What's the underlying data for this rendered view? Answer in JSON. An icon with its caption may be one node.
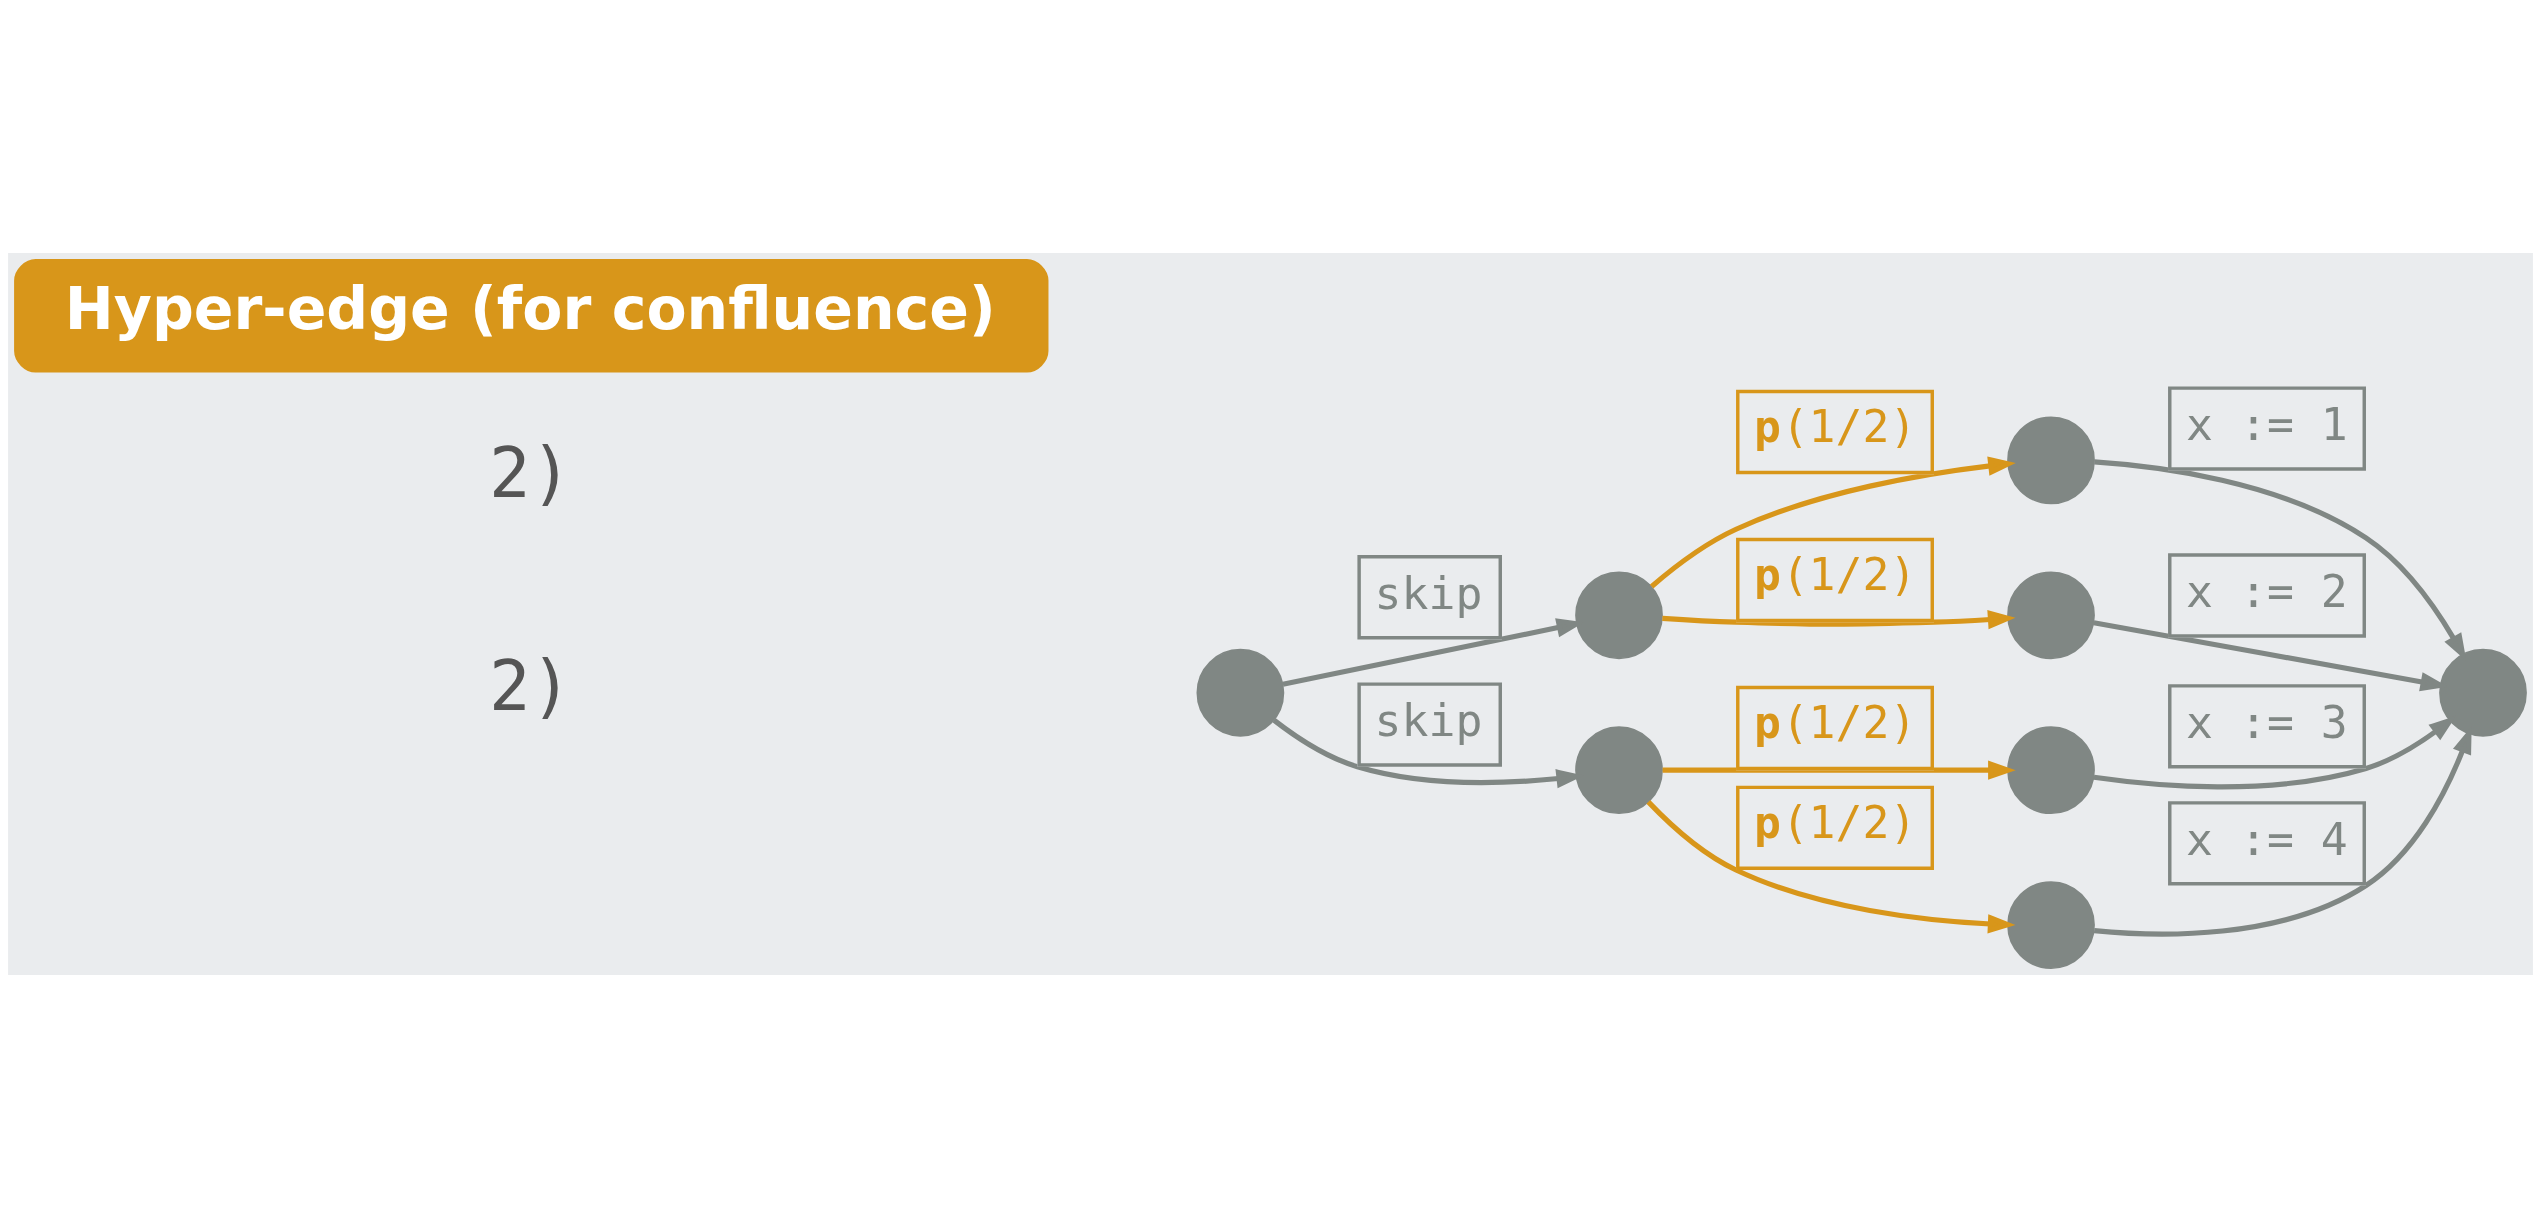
{
  "diagram": {
    "nodes": [
      {
        "text": [
          "Hyper-edge (for confluence)"
        ]
      },
      {
        "text": [],
        "shape": "circle"
      },
      {
        "text": [],
        "shape": "circle"
      },
      {
        "text": [],
        "shape": "circle"
      },
      {
        "text": [],
        "shape": "circle"
      },
      {
        "text": [],
        "shape": "circle"
      },
      {
        "text": [],
        "shape": "circle"
      },
      {
        "text": [],
        "shape": "circle"
      },
      {
        "text": [],
        "shape": "circle"
      }
    ],
    "edges": [
      {
        "from": 1,
        "to": 2,
        "arrow": "to",
        "label": "skip"
      },
      {
        "from": 1,
        "to": 3,
        "arrow": "to",
        "label": "skip"
      },
      {
        "from": 2,
        "to": 4,
        "arrow": "to",
        "label": "**p**(1/2)",
        "color": "#d8961a"
      },
      {
        "from": 2,
        "to": 5,
        "arrow": "to",
        "label": "**p**(1/2)",
        "color": "#d8961a"
      },
      {
        "from": 3,
        "to": 6,
        "arrow": "to",
        "label": "**p**(1/2)",
        "color": "#d8961a"
      },
      {
        "from": 3,
        "to": 7,
        "arrow": "to",
        "label": "**p**(1/2)",
        "color": "#d8961a"
      },
      {
        "from": 4,
        "to": 8,
        "arrow": "to",
        "label": "x := 1"
      },
      {
        "from": 5,
        "to": 8,
        "arrow": "to",
        "label": "x := 2"
      },
      {
        "from": 6,
        "to": 8,
        "arrow": "to",
        "label": "x := 3"
      },
      {
        "from": 7,
        "to": 8,
        "arrow": "to",
        "label": "x := 4"
      }
    ],
    "labels": [
      "2)",
      "2)"
    ]
  }
}
